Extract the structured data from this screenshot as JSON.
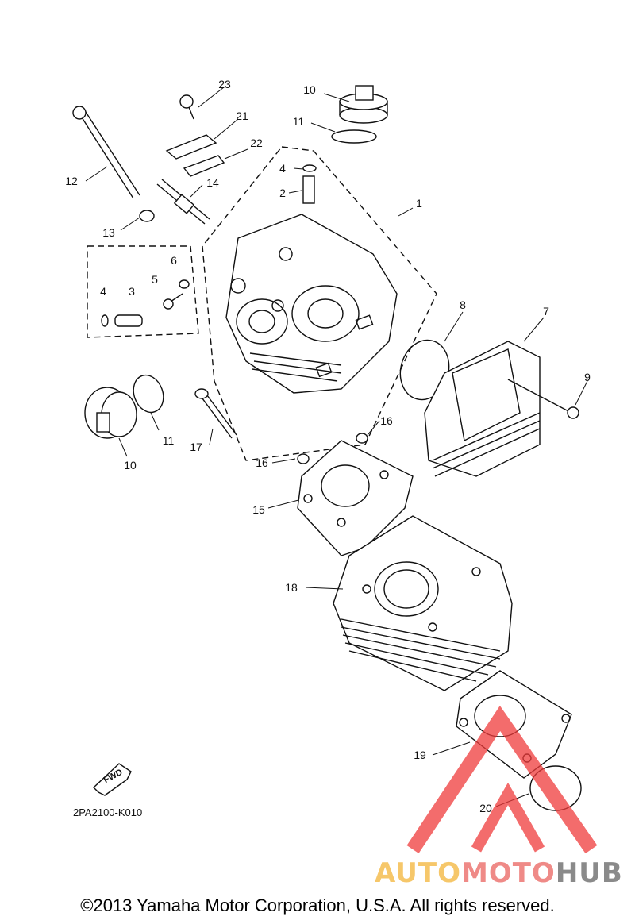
{
  "diagram": {
    "callouts": [
      "1",
      "2",
      "3",
      "4",
      "4",
      "5",
      "6",
      "7",
      "8",
      "9",
      "10",
      "10",
      "11",
      "11",
      "12",
      "13",
      "14",
      "15",
      "16",
      "16",
      "17",
      "18",
      "19",
      "20",
      "21",
      "22",
      "23"
    ],
    "code": "2PA2100-K010",
    "fwd": "FWD",
    "copyright": "©2013 Yamaha Motor Corporation, U.S.A. All rights reserved."
  },
  "watermark": {
    "part1": "AUTO",
    "part2": "MOTO",
    "part3": "HUB",
    "colors": {
      "auto": "#f6c76a",
      "moto": "#ef8a87",
      "hub": "#8a8a8a",
      "triangle": "#ef3b3b"
    }
  }
}
